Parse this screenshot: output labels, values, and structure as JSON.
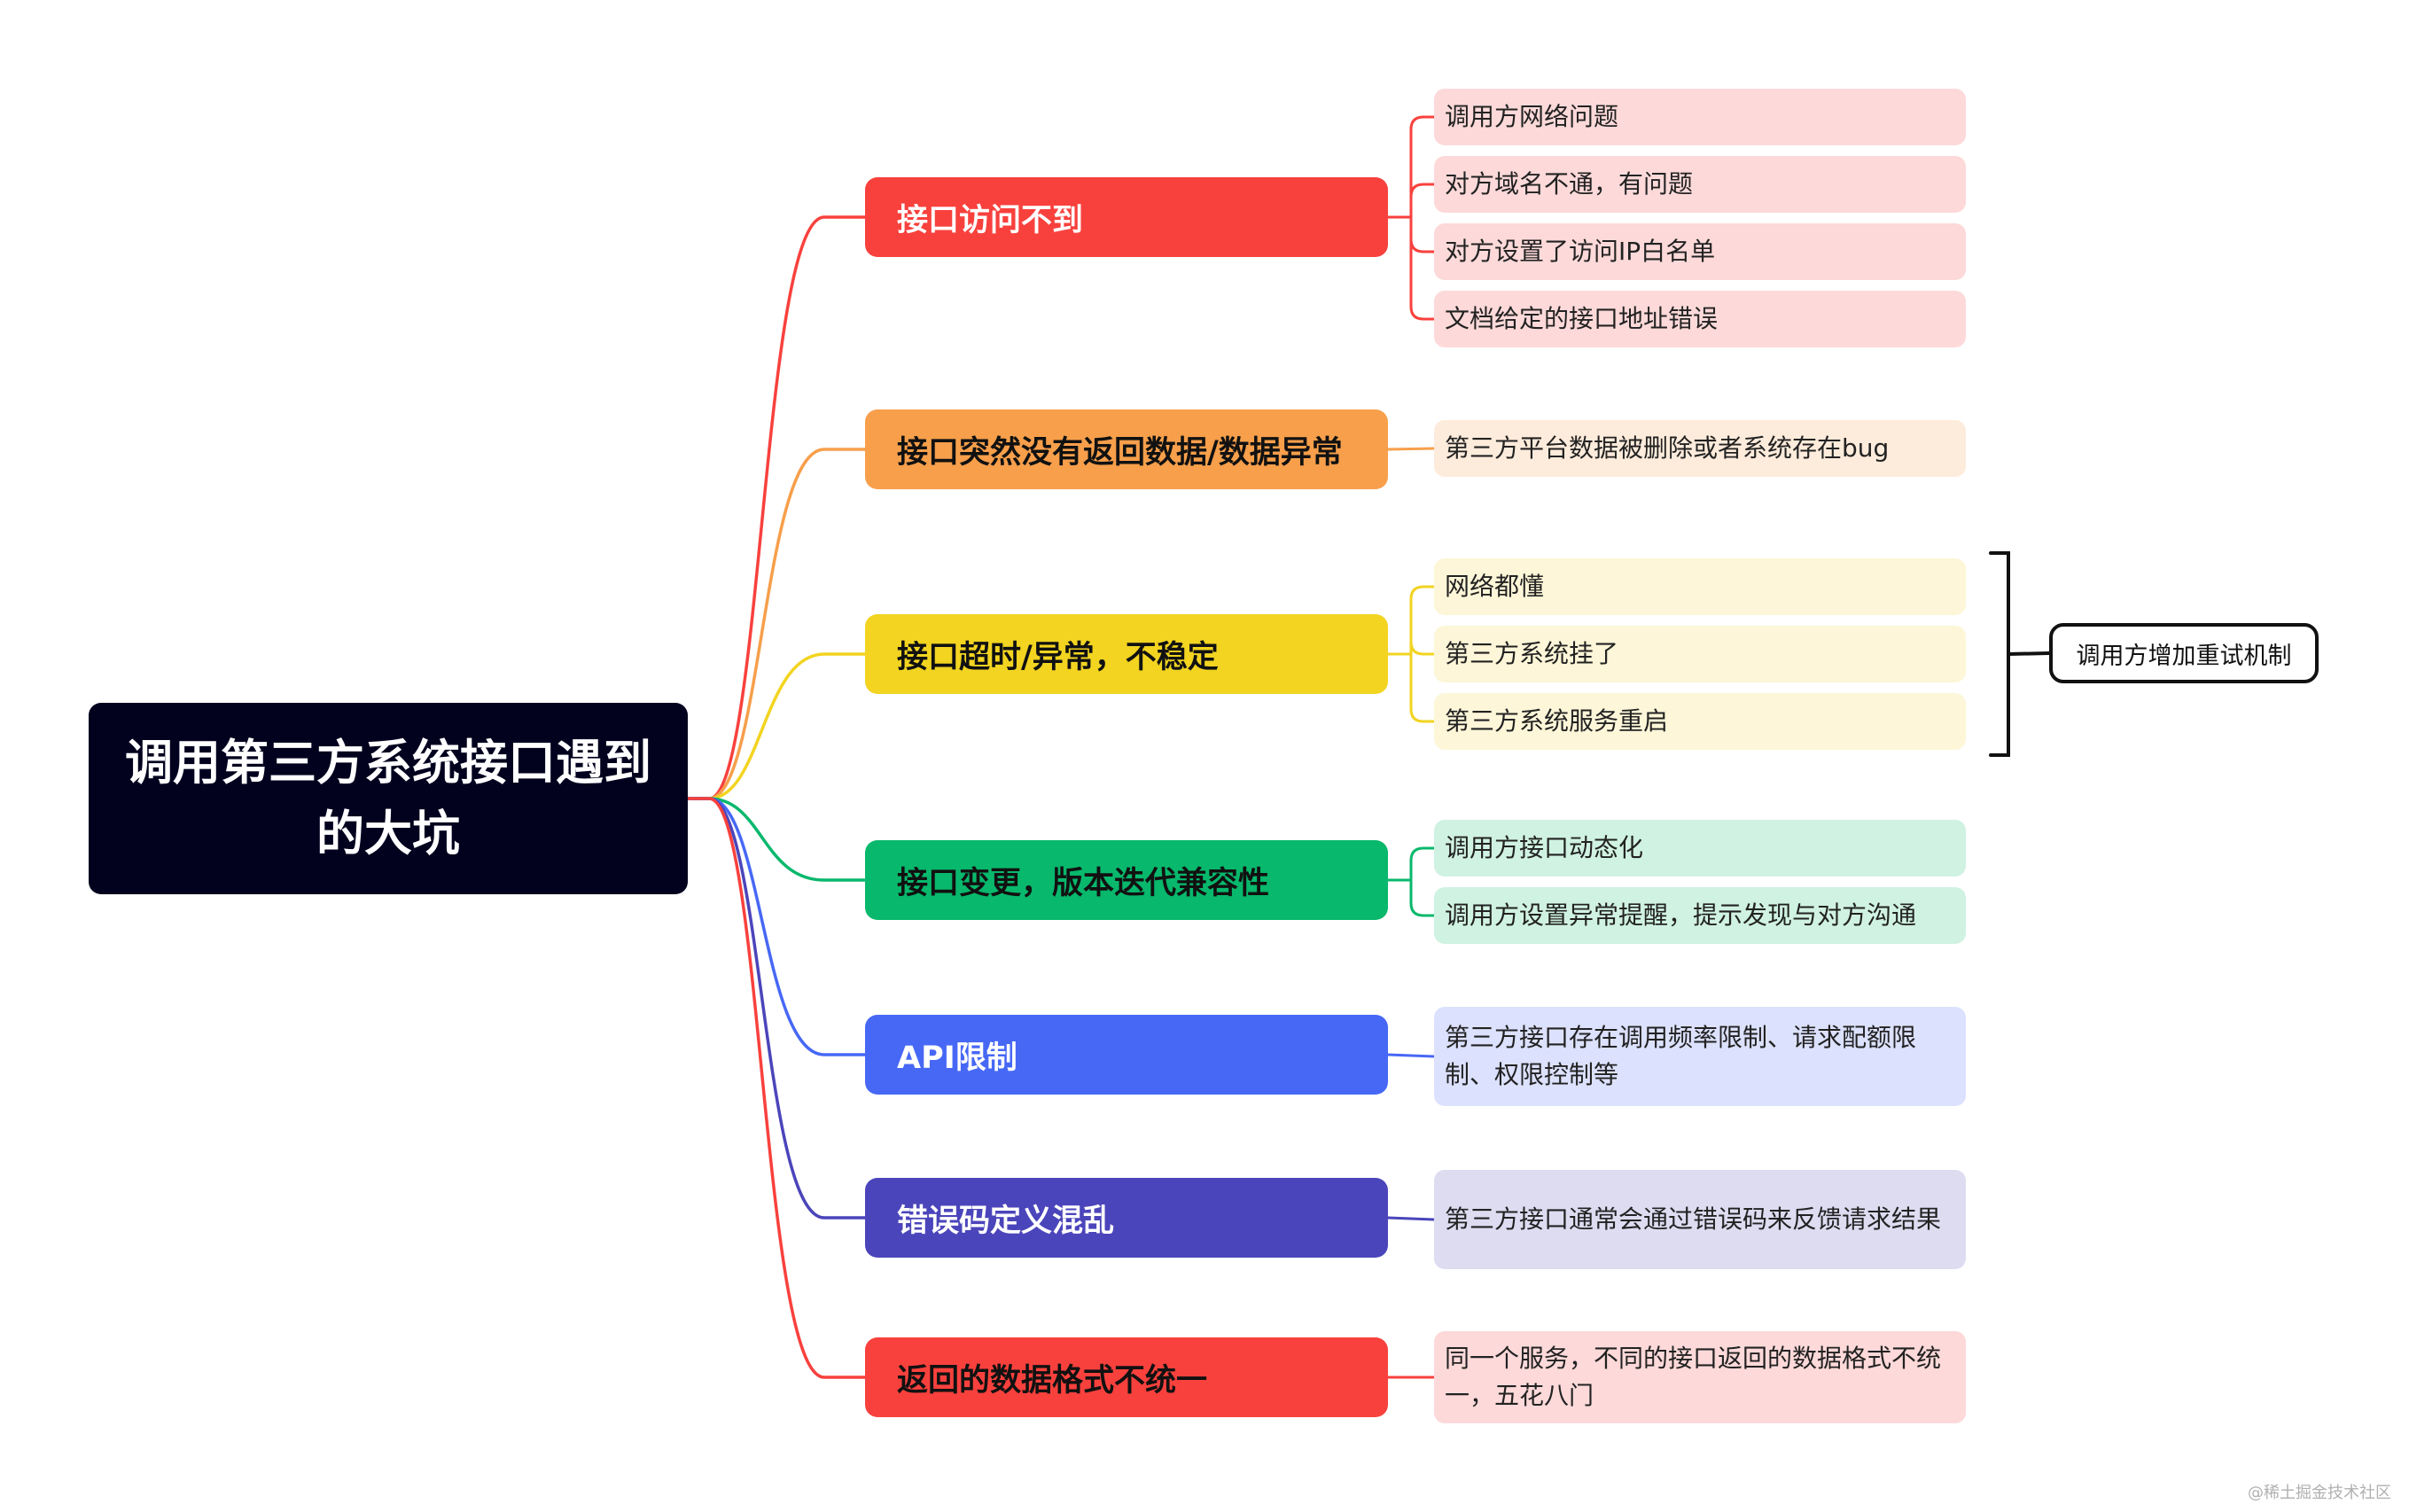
{
  "root": {
    "title": "调用第三方系统接口遇到的大坑"
  },
  "branches": [
    {
      "label": "接口访问不到",
      "color": "#f8413d",
      "text_color": "#ffffff",
      "leaf_bg": "#fdd9d9",
      "leaves": [
        "调用方网络问题",
        "对方域名不通，有问题",
        "对方设置了访问IP白名单",
        "文档给定的接口地址错误"
      ]
    },
    {
      "label": "接口突然没有返回数据/数据异常",
      "color": "#f79f4b",
      "text_color": "#111111",
      "leaf_bg": "#fdebdb",
      "leaves": [
        "第三方平台数据被删除或者系统存在bug"
      ]
    },
    {
      "label": "接口超时/异常，不稳定",
      "color": "#f2d421",
      "text_color": "#111111",
      "leaf_bg": "#fdf6d8",
      "leaves": [
        "网络都懂",
        "第三方系统挂了",
        "第三方系统服务重启"
      ]
    },
    {
      "label": "接口变更，版本迭代兼容性",
      "color": "#08b86c",
      "text_color": "#111111",
      "leaf_bg": "#d0f2e2",
      "leaves": [
        "调用方接口动态化",
        "调用方设置异常提醒，提示发现与对方沟通"
      ]
    },
    {
      "label": "API限制",
      "color": "#4768f5",
      "text_color": "#ffffff",
      "leaf_bg": "#dce1fd",
      "leaves": [
        "第三方接口存在调用频率限制、请求配额限制、权限控制等"
      ]
    },
    {
      "label": "错误码定义混乱",
      "color": "#4b45bb",
      "text_color": "#ffffff",
      "leaf_bg": "#dddcf1",
      "leaves": [
        "第三方接口通常会通过错误码来反馈请求结果"
      ]
    },
    {
      "label": "返回的数据格式不统一",
      "color": "#f8413d",
      "text_color": "#111111",
      "leaf_bg": "#fdd9d9",
      "leaves": [
        "同一个服务，不同的接口返回的数据格式不统一，五花八门"
      ]
    }
  ],
  "summary": {
    "label": "调用方增加重试机制"
  },
  "watermark": "@稀土掘金技术社区"
}
